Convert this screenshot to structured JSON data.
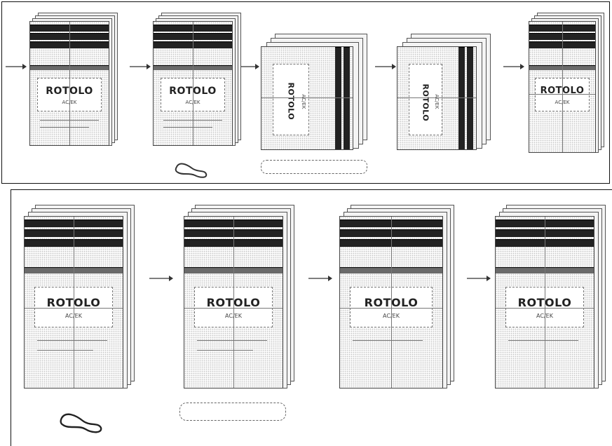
{
  "stage_label": "ROTOLO",
  "stage_sublabel": "AC/EK",
  "top_panel": {
    "stages": [
      {
        "label": "ROTOLO",
        "sublabel": "AC/EK",
        "orientation": "upright"
      },
      {
        "label": "ROTOLO",
        "sublabel": "AC/EK",
        "orientation": "upright"
      },
      {
        "label": "ROTOLO",
        "sublabel": "AC/EK",
        "orientation": "rotated"
      },
      {
        "label": "ROTOLO",
        "sublabel": "AC/EK",
        "orientation": "rotated"
      },
      {
        "label": "ROTOLO",
        "sublabel": "AC/EK",
        "orientation": "upright"
      }
    ]
  },
  "bottom_panel": {
    "stages": [
      {
        "label": "ROTOLO",
        "sublabel": "AC/EK"
      },
      {
        "label": "ROTOLO",
        "sublabel": "AC/EK"
      },
      {
        "label": "ROTOLO",
        "sublabel": "AC/EK"
      },
      {
        "label": "ROTOLO",
        "sublabel": "AC/EK"
      }
    ]
  },
  "colors": {
    "band_dark": "#222222",
    "outline": "#444444",
    "background": "#ffffff"
  }
}
